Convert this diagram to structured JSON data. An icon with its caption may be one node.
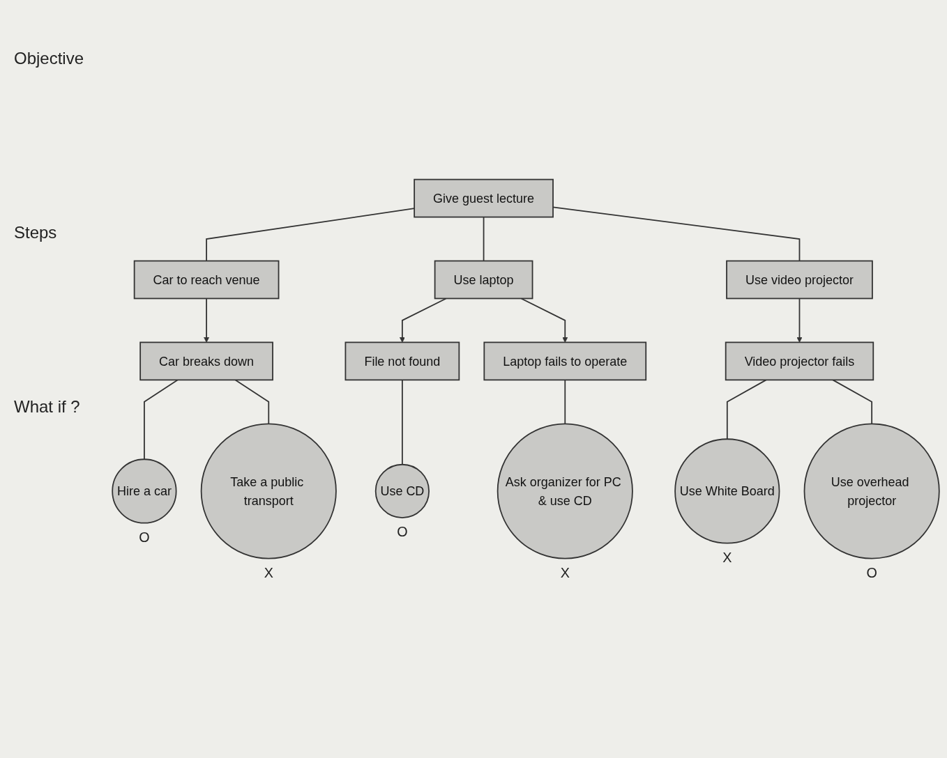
{
  "diagram": {
    "nodes": [
      {
        "text": [
          "Give guest lecture"
        ]
      },
      {
        "text": [
          "Car to reach venue"
        ]
      },
      {
        "text": [
          "Use laptop"
        ]
      },
      {
        "text": [
          "Use video projector"
        ]
      },
      {
        "text": [
          "Car breaks down"
        ]
      },
      {
        "text": [
          "File not found"
        ]
      },
      {
        "text": [
          "Laptop fails to operate"
        ]
      },
      {
        "text": [
          "Video projector fails"
        ]
      },
      {
        "text": [
          "Hire a car"
        ],
        "beside": [
          "O"
        ]
      },
      {
        "text": [
          "Take a public transport"
        ],
        "beside": [
          "X"
        ]
      },
      {
        "text": [
          "Use CD"
        ],
        "beside": [
          "O"
        ]
      },
      {
        "text": [
          "Ask organizer for PC & use CD"
        ],
        "beside": [
          "X"
        ]
      },
      {
        "text": [
          "Use White Board"
        ],
        "beside": [
          "X"
        ]
      },
      {
        "text": [
          "Use overhead projector"
        ],
        "beside": [
          "O"
        ]
      }
    ],
    "edges": [
      {
        "from": 0,
        "to": 1,
        "arrow": "none"
      },
      {
        "from": 0,
        "to": 2,
        "arrow": "none"
      },
      {
        "from": 0,
        "to": 3,
        "arrow": "none"
      },
      {
        "from": 1,
        "to": 4,
        "arrow": "to"
      },
      {
        "from": 2,
        "to": 5,
        "arrow": "to"
      },
      {
        "from": 2,
        "to": 6,
        "arrow": "to"
      },
      {
        "from": 3,
        "to": 7,
        "arrow": "to"
      },
      {
        "from": 4,
        "to": 8,
        "arrow": "none"
      },
      {
        "from": 4,
        "to": 9,
        "arrow": "none"
      },
      {
        "from": 5,
        "to": 10,
        "arrow": "none"
      },
      {
        "from": 6,
        "to": 11,
        "arrow": "none"
      },
      {
        "from": 7,
        "to": 12,
        "arrow": "none"
      },
      {
        "from": 7,
        "to": 13,
        "arrow": "none"
      }
    ],
    "labels": [
      "Objective",
      "Steps",
      "What if ?"
    ]
  }
}
